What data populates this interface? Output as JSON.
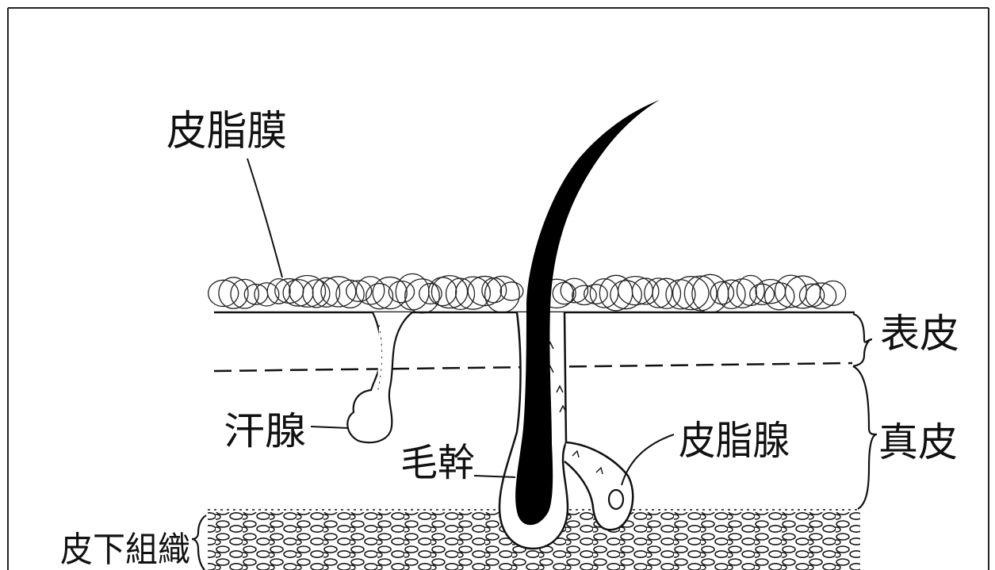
{
  "diagram": {
    "labels": {
      "sebaceous_top": "皮脂膜",
      "epidermis": "表皮",
      "dermis": "真皮",
      "sweat_gland": "汗腺",
      "hair_shaft": "毛幹",
      "sebaceous_gland": "皮脂腺",
      "subcutaneous": "皮下組織"
    }
  }
}
